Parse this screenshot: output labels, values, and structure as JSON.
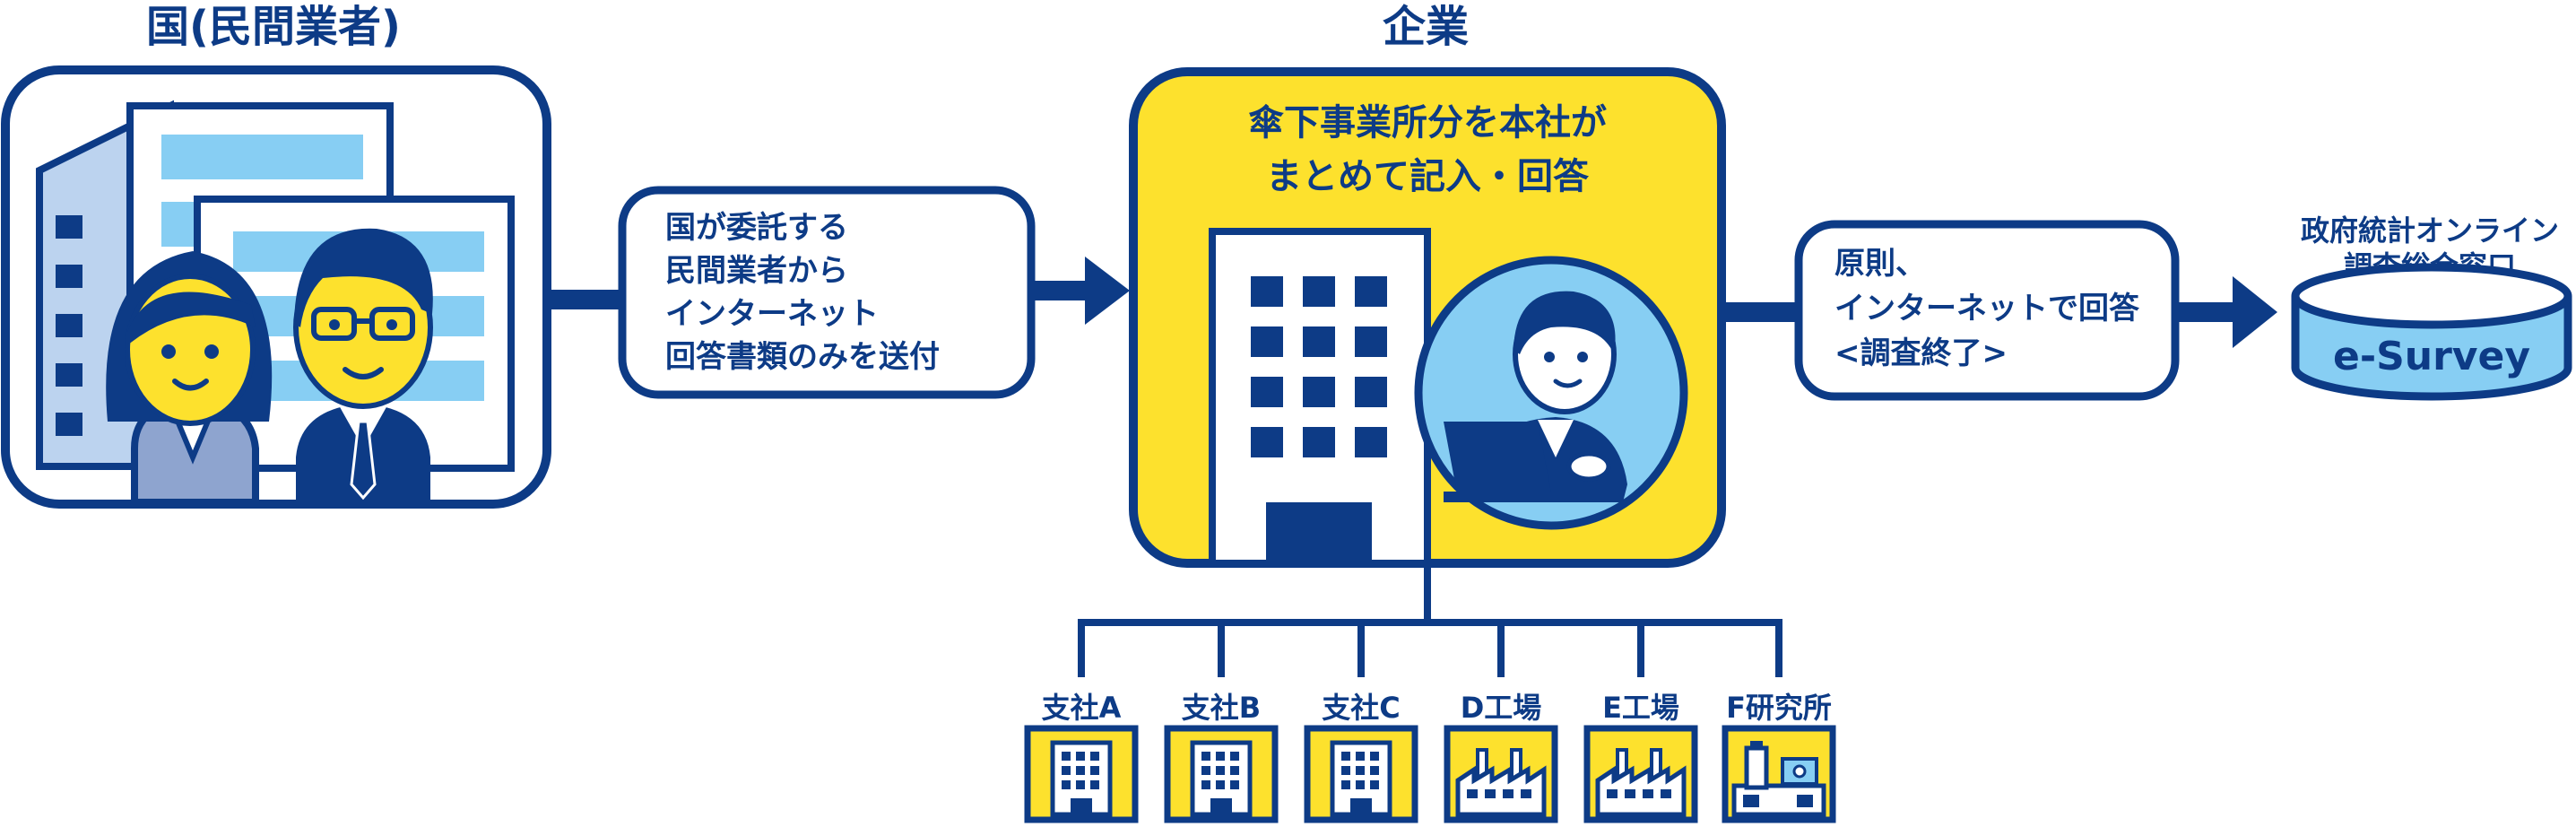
{
  "government": {
    "title": "国(民間業者)"
  },
  "mail_box": {
    "lines": [
      "国が委託する",
      "民間業者から",
      "インターネット",
      "回答書類のみを送付"
    ]
  },
  "company": {
    "title": "企業",
    "caption_lines": [
      "傘下事業所分を本社が",
      "まとめて記入・回答"
    ]
  },
  "answer_box": {
    "lines": [
      "原則、",
      "インターネットで回答",
      "<調査終了>"
    ]
  },
  "portal": {
    "title_lines": [
      "政府統計オンライン",
      "調査総合窓口"
    ],
    "label": "e-Survey"
  },
  "branches": [
    {
      "label": "支社A",
      "kind": "office"
    },
    {
      "label": "支社B",
      "kind": "office"
    },
    {
      "label": "支社C",
      "kind": "office"
    },
    {
      "label": "D工場",
      "kind": "factory"
    },
    {
      "label": "E工場",
      "kind": "factory"
    },
    {
      "label": "F研究所",
      "kind": "lab"
    }
  ],
  "colors": {
    "navy": "#0d3b86",
    "yellow": "#fde12d",
    "sky": "#87cef3",
    "light_blue": "#bcd3ef"
  }
}
